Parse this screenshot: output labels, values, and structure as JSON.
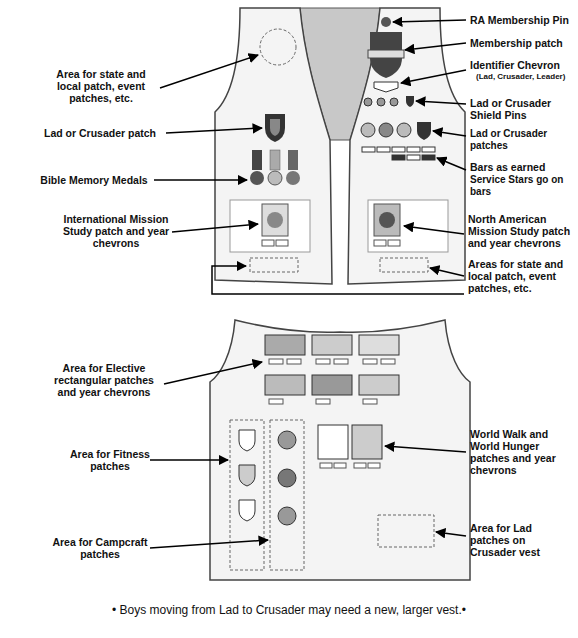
{
  "diagram": {
    "caption": "• Boys moving from Lad to Crusader may need a new, larger vest.•",
    "labels": [
      "Area for state and local patch, event patches, etc.",
      "Lad or Crusader patch",
      "Bible Memory Medals",
      "International Mission Study patch and year chevrons",
      "RA Membership Pin",
      "Membership patch",
      "Identifier Chevron",
      "(Lad, Crusader, Leader)",
      "Lad or Crusader Shield Pins",
      "Lad or Crusader patches",
      "Bars as earned",
      "Service Stars go on bars",
      "North American Mission Study patch and year chevrons",
      "Areas for state and local patch, event patches, etc.",
      "Area for Elective rectangular patches and year chevrons",
      "Area for Fitness patches",
      "Area for Campcraft patches",
      "World Walk and World Hunger patches and year chevrons",
      "Area for Lad patches on Crusader vest"
    ]
  }
}
